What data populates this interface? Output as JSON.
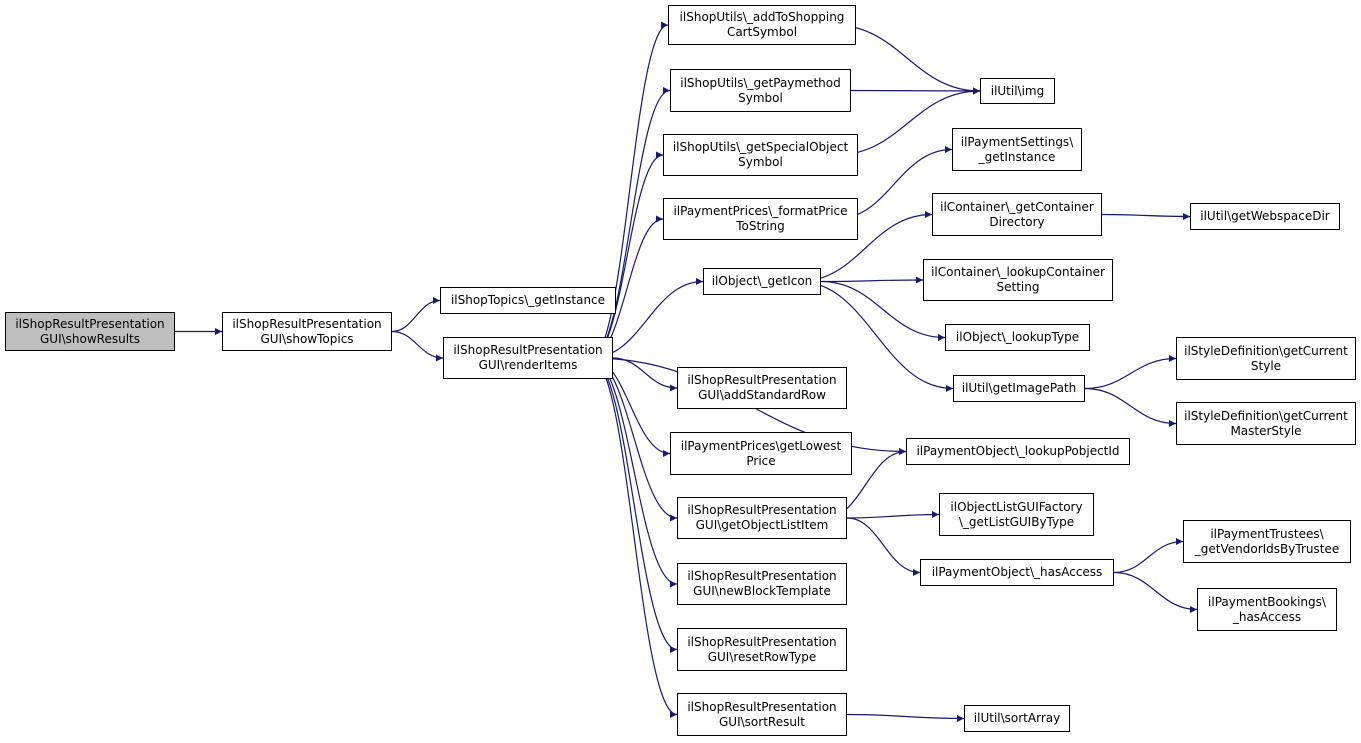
{
  "colors": {
    "edge": "#191970",
    "root_fill": "#bfbfbf",
    "node_fill": "#ffffff",
    "border": "#000000"
  },
  "nodes": [
    {
      "id": "showResults",
      "lines": [
        "ilShopResultPresentation",
        "GUI\\showResults"
      ],
      "root": true
    },
    {
      "id": "showTopics",
      "lines": [
        "ilShopResultPresentation",
        "GUI\\showTopics"
      ]
    },
    {
      "id": "topicsGetInstance",
      "lines": [
        "ilShopTopics\\_getInstance"
      ]
    },
    {
      "id": "renderItems",
      "lines": [
        "ilShopResultPresentation",
        "GUI\\renderItems"
      ]
    },
    {
      "id": "addToCart",
      "lines": [
        "ilShopUtils\\_addToShopping",
        "CartSymbol"
      ]
    },
    {
      "id": "paymethod",
      "lines": [
        "ilShopUtils\\_getPaymethod",
        "Symbol"
      ]
    },
    {
      "id": "specialObject",
      "lines": [
        "ilShopUtils\\_getSpecialObject",
        "Symbol"
      ]
    },
    {
      "id": "formatPrice",
      "lines": [
        "ilPaymentPrices\\_formatPrice",
        "ToString"
      ]
    },
    {
      "id": "getIcon",
      "lines": [
        "ilObject\\_getIcon"
      ]
    },
    {
      "id": "addStandardRow",
      "lines": [
        "ilShopResultPresentation",
        "GUI\\addStandardRow"
      ]
    },
    {
      "id": "getLowestPrice",
      "lines": [
        "ilPaymentPrices\\getLowest",
        "Price"
      ]
    },
    {
      "id": "getObjectListItem",
      "lines": [
        "ilShopResultPresentation",
        "GUI\\getObjectListItem"
      ]
    },
    {
      "id": "newBlockTemplate",
      "lines": [
        "ilShopResultPresentation",
        "GUI\\newBlockTemplate"
      ]
    },
    {
      "id": "resetRowType",
      "lines": [
        "ilShopResultPresentation",
        "GUI\\resetRowType"
      ]
    },
    {
      "id": "sortResult",
      "lines": [
        "ilShopResultPresentation",
        "GUI\\sortResult"
      ]
    },
    {
      "id": "utilImg",
      "lines": [
        "ilUtil\\img"
      ]
    },
    {
      "id": "paymentSettings",
      "lines": [
        "ilPaymentSettings\\",
        "_getInstance"
      ]
    },
    {
      "id": "containerDir",
      "lines": [
        "ilContainer\\_getContainer",
        "Directory"
      ]
    },
    {
      "id": "lookupContainer",
      "lines": [
        "ilContainer\\_lookupContainer",
        "Setting"
      ]
    },
    {
      "id": "lookupType",
      "lines": [
        "ilObject\\_lookupType"
      ]
    },
    {
      "id": "getImagePath",
      "lines": [
        "ilUtil\\getImagePath"
      ]
    },
    {
      "id": "lookupPobjectId",
      "lines": [
        "ilPaymentObject\\_lookupPobjectId"
      ]
    },
    {
      "id": "listGUIByType",
      "lines": [
        "ilObjectListGUIFactory",
        "\\_getListGUIByType"
      ]
    },
    {
      "id": "hasAccess",
      "lines": [
        "ilPaymentObject\\_hasAccess"
      ]
    },
    {
      "id": "sortArray",
      "lines": [
        "ilUtil\\sortArray"
      ]
    },
    {
      "id": "webspaceDir",
      "lines": [
        "ilUtil\\getWebspaceDir"
      ]
    },
    {
      "id": "currentStyle",
      "lines": [
        "ilStyleDefinition\\getCurrent",
        "Style"
      ]
    },
    {
      "id": "masterStyle",
      "lines": [
        "ilStyleDefinition\\getCurrent",
        "MasterStyle"
      ]
    },
    {
      "id": "vendorIds",
      "lines": [
        "ilPaymentTrustees\\",
        "_getVendorIdsByTrustee"
      ]
    },
    {
      "id": "bookingsAccess",
      "lines": [
        "ilPaymentBookings\\",
        "_hasAccess"
      ]
    }
  ],
  "edges": [
    {
      "from": "showResults",
      "to": "showTopics"
    },
    {
      "from": "showTopics",
      "to": "topicsGetInstance"
    },
    {
      "from": "showTopics",
      "to": "renderItems"
    },
    {
      "from": "renderItems",
      "to": "addToCart"
    },
    {
      "from": "renderItems",
      "to": "paymethod"
    },
    {
      "from": "renderItems",
      "to": "specialObject"
    },
    {
      "from": "renderItems",
      "to": "formatPrice"
    },
    {
      "from": "renderItems",
      "to": "getIcon"
    },
    {
      "from": "renderItems",
      "to": "lookupPobjectId"
    },
    {
      "from": "renderItems",
      "to": "addStandardRow"
    },
    {
      "from": "renderItems",
      "to": "getLowestPrice"
    },
    {
      "from": "renderItems",
      "to": "getObjectListItem"
    },
    {
      "from": "renderItems",
      "to": "newBlockTemplate"
    },
    {
      "from": "renderItems",
      "to": "resetRowType"
    },
    {
      "from": "renderItems",
      "to": "sortResult"
    },
    {
      "from": "addToCart",
      "to": "utilImg"
    },
    {
      "from": "paymethod",
      "to": "utilImg"
    },
    {
      "from": "specialObject",
      "to": "utilImg"
    },
    {
      "from": "formatPrice",
      "to": "paymentSettings"
    },
    {
      "from": "getIcon",
      "to": "containerDir"
    },
    {
      "from": "getIcon",
      "to": "lookupContainer"
    },
    {
      "from": "getIcon",
      "to": "lookupType"
    },
    {
      "from": "getIcon",
      "to": "getImagePath"
    },
    {
      "from": "containerDir",
      "to": "webspaceDir"
    },
    {
      "from": "getImagePath",
      "to": "currentStyle"
    },
    {
      "from": "getImagePath",
      "to": "masterStyle"
    },
    {
      "from": "getObjectListItem",
      "to": "lookupPobjectId"
    },
    {
      "from": "getObjectListItem",
      "to": "listGUIByType"
    },
    {
      "from": "getObjectListItem",
      "to": "hasAccess"
    },
    {
      "from": "hasAccess",
      "to": "vendorIds"
    },
    {
      "from": "hasAccess",
      "to": "bookingsAccess"
    },
    {
      "from": "sortResult",
      "to": "sortArray"
    }
  ]
}
